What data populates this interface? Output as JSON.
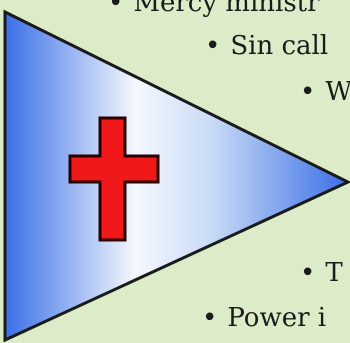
{
  "bullets": [
    {
      "text": "Mercy ministr"
    },
    {
      "text": "Sin call"
    },
    {
      "text": "W"
    },
    {
      "text": "T"
    },
    {
      "text": "Power i"
    }
  ],
  "bullet_glyph": "•",
  "colors": {
    "background": "#ddecc8",
    "triangle_gradient_light": "#f4f8fd",
    "triangle_gradient_dark": "#3a6fe6",
    "triangle_outline": "#1a1a1a",
    "cross_fill": "#f01818",
    "cross_outline": "#2a0000"
  },
  "icons": {
    "triangle": "arrow-triangle-icon",
    "cross": "cross-icon"
  }
}
